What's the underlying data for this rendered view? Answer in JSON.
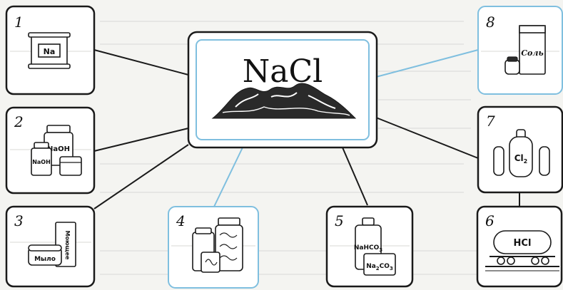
{
  "center": {
    "title": "NaCl",
    "accent_blue": "#7fbfdf",
    "ink": "#1a1a1a"
  },
  "nodes": [
    {
      "number": "1",
      "label": "Na",
      "icon": "sodium-can-icon",
      "border": "black"
    },
    {
      "number": "2",
      "label": "NaOH",
      "label2": "NaOH",
      "icon": "sodium-hydroxide-jars-icon",
      "border": "black"
    },
    {
      "number": "3",
      "label": "Мыло",
      "label2": "Моющее",
      "icon": "soap-and-detergent-icon",
      "border": "black"
    },
    {
      "number": "4",
      "label": "",
      "icon": "food-jars-icon",
      "border": "blue"
    },
    {
      "number": "5",
      "label": "NaHCO",
      "label_sub": "3",
      "label2": "Na",
      "label2_sub": "2",
      "label2_tail": "CO",
      "label2_tail_sub": "3",
      "icon": "soda-jars-icon",
      "border": "black"
    },
    {
      "number": "6",
      "label": "HCl",
      "icon": "tank-car-icon",
      "border": "black"
    },
    {
      "number": "7",
      "label": "Cl",
      "label_sub": "2",
      "icon": "chlorine-cylinders-icon",
      "border": "black"
    },
    {
      "number": "8",
      "label": "Соль",
      "icon": "salt-package-icon",
      "border": "blue"
    }
  ]
}
